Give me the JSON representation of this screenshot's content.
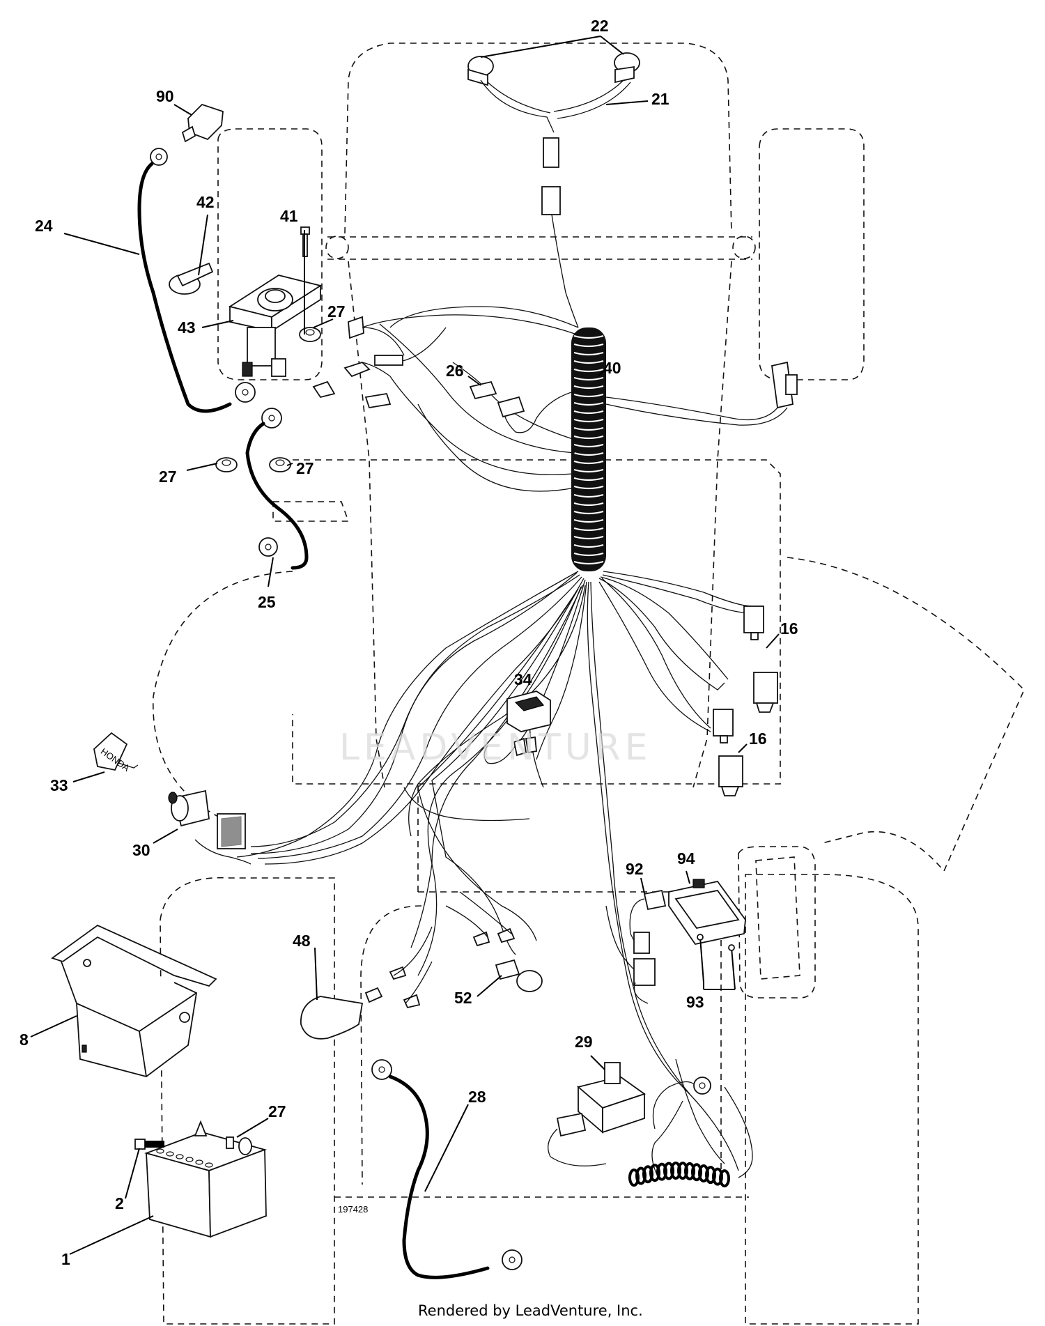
{
  "callouts": [
    {
      "id": "c22",
      "text": "22"
    },
    {
      "id": "c21",
      "text": "21"
    },
    {
      "id": "c90",
      "text": "90"
    },
    {
      "id": "c42",
      "text": "42"
    },
    {
      "id": "c41",
      "text": "41"
    },
    {
      "id": "c24",
      "text": "24"
    },
    {
      "id": "c43",
      "text": "43"
    },
    {
      "id": "c27a",
      "text": "27"
    },
    {
      "id": "c26",
      "text": "26"
    },
    {
      "id": "c40",
      "text": "40"
    },
    {
      "id": "c27b",
      "text": "27"
    },
    {
      "id": "c27c",
      "text": "27"
    },
    {
      "id": "c25",
      "text": "25"
    },
    {
      "id": "c16a",
      "text": "16"
    },
    {
      "id": "c34",
      "text": "34"
    },
    {
      "id": "c16b",
      "text": "16"
    },
    {
      "id": "c33",
      "text": "33"
    },
    {
      "id": "c30",
      "text": "30"
    },
    {
      "id": "c92",
      "text": "92"
    },
    {
      "id": "c94",
      "text": "94"
    },
    {
      "id": "c48",
      "text": "48"
    },
    {
      "id": "c52",
      "text": "52"
    },
    {
      "id": "c93",
      "text": "93"
    },
    {
      "id": "c8",
      "text": "8"
    },
    {
      "id": "c29",
      "text": "29"
    },
    {
      "id": "c28",
      "text": "28"
    },
    {
      "id": "c27d",
      "text": "27"
    },
    {
      "id": "c2",
      "text": "2"
    },
    {
      "id": "c1",
      "text": "1"
    }
  ],
  "drawing_number": "197428",
  "footer": "Rendered by LeadVenture, Inc.",
  "watermark": "LEADVENTURE",
  "key_text": "HONDA"
}
